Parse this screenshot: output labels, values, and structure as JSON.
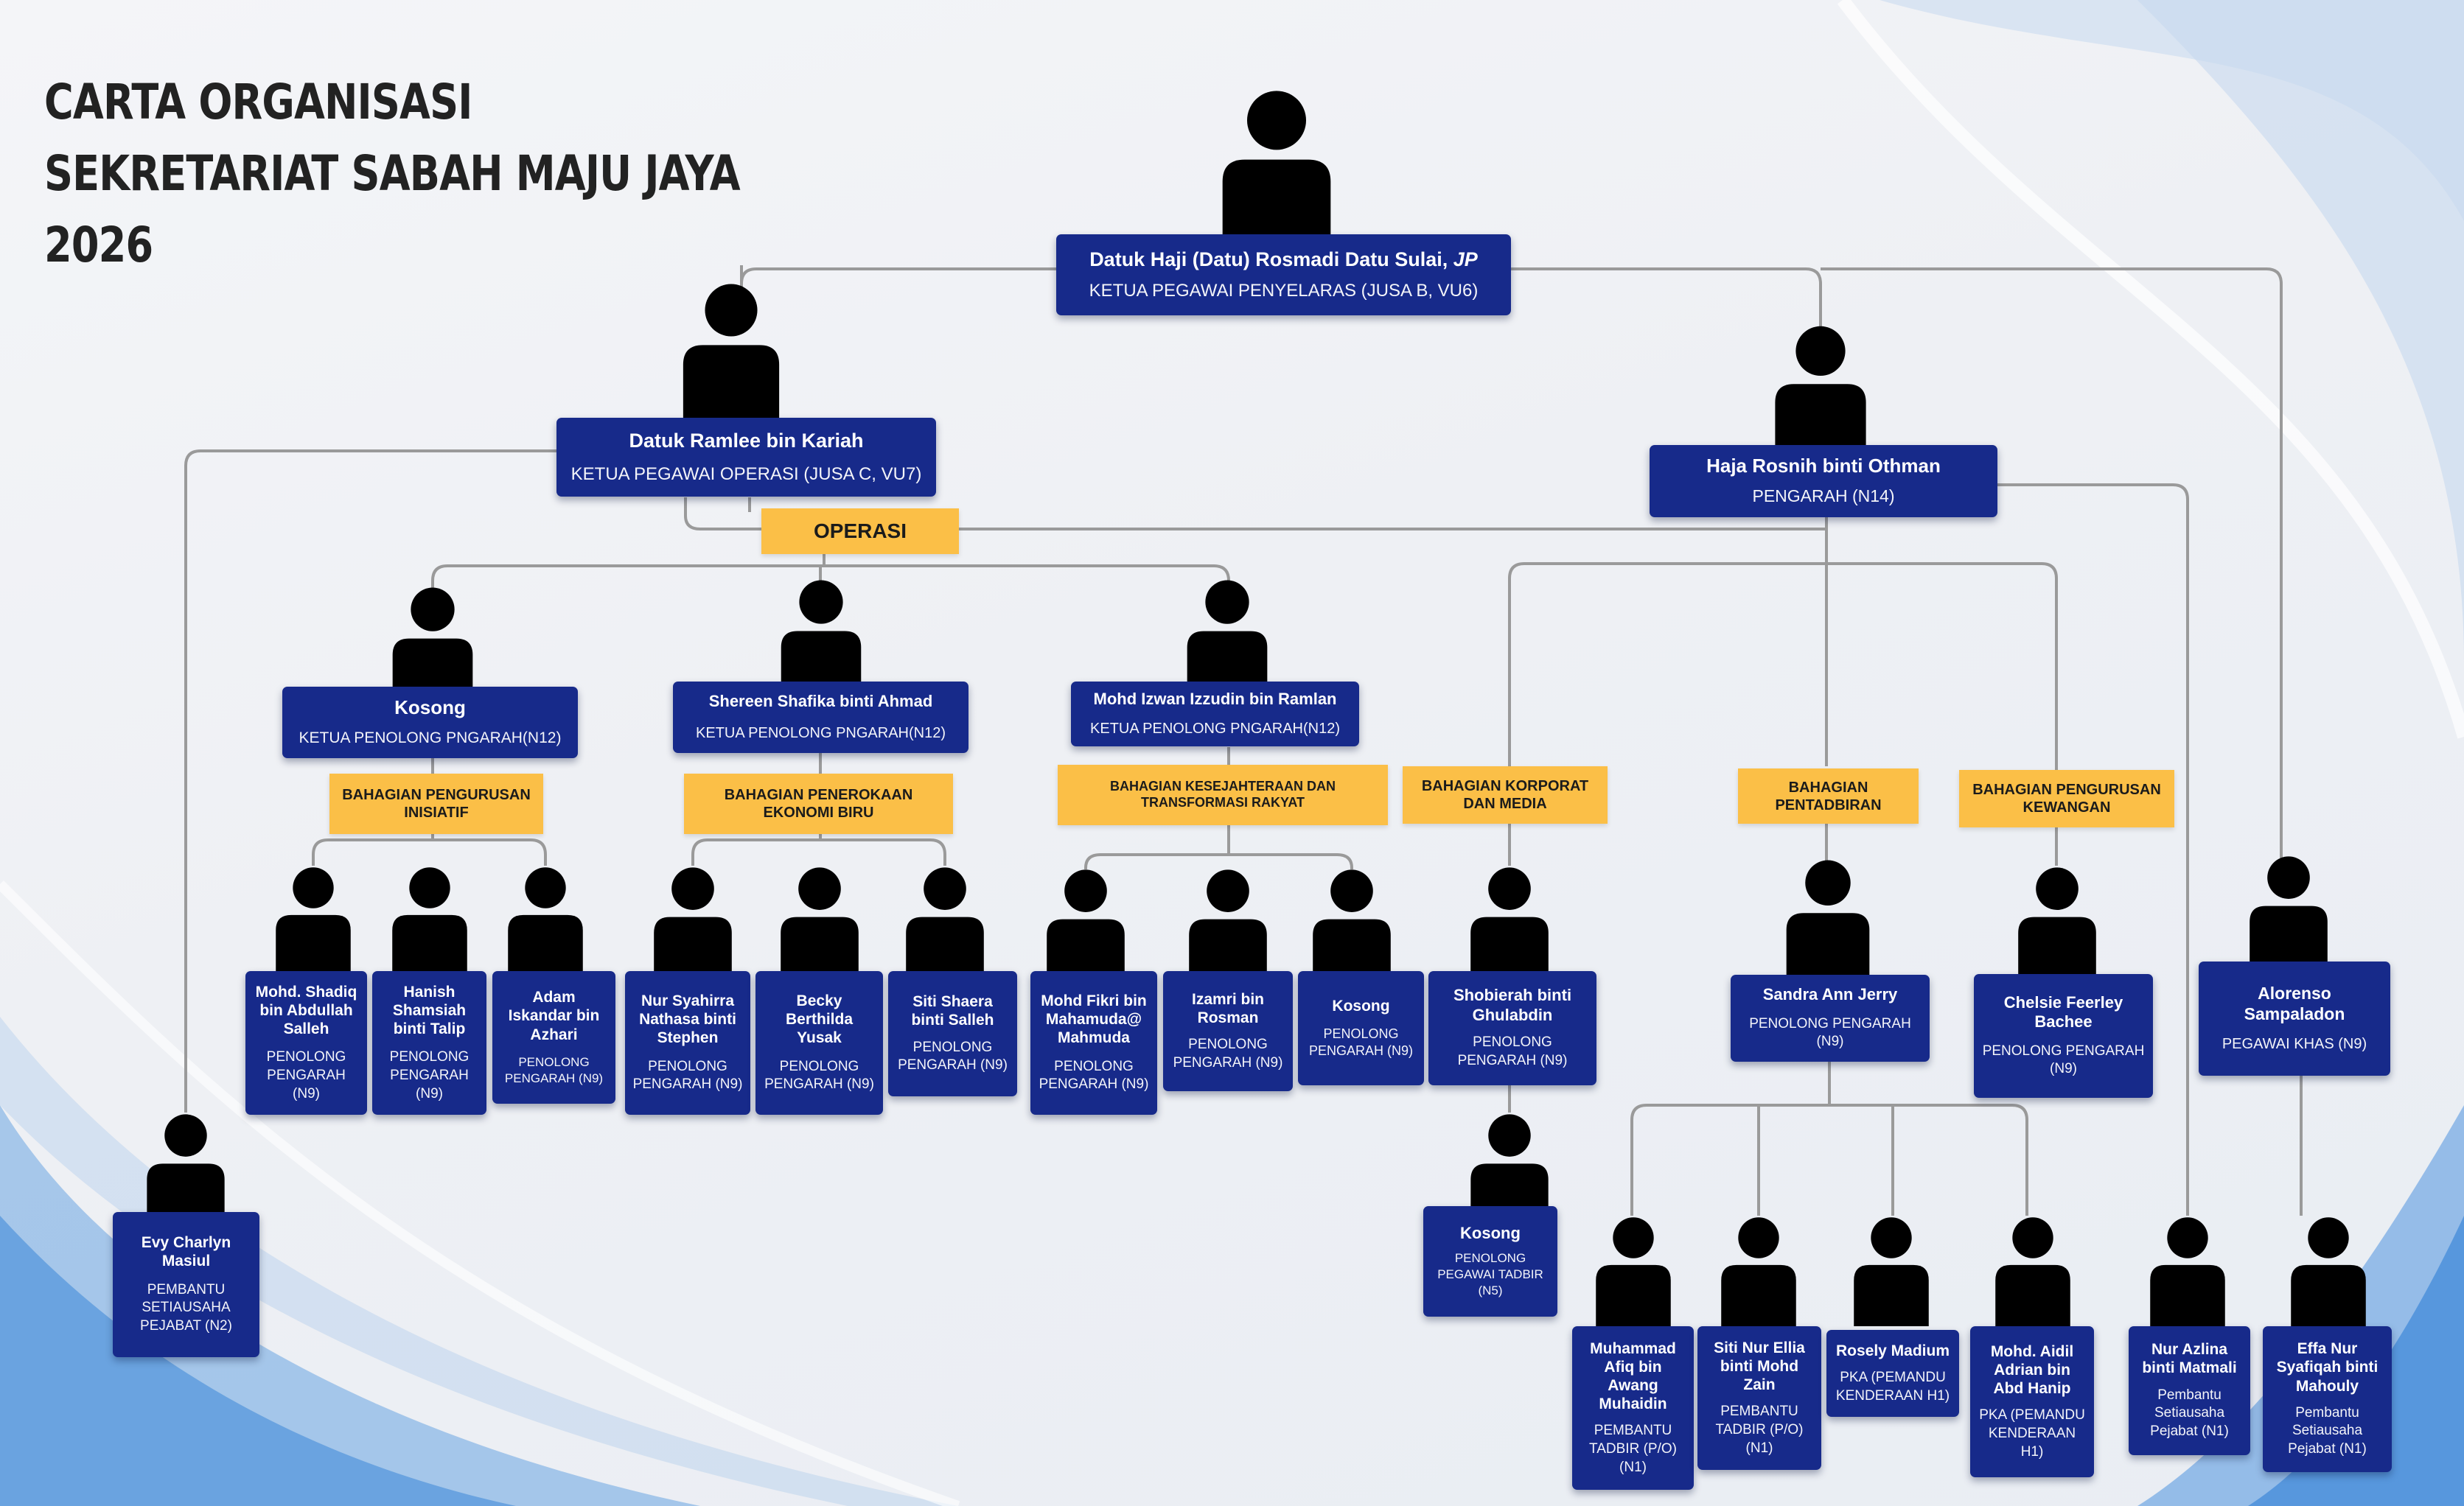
{
  "title": {
    "line1": "CARTA ORGANISASI",
    "line2": "SEKRETARIAT SABAH MAJU JAYA",
    "line3": "2026"
  },
  "colors": {
    "box": "#172a8a",
    "tag": "#fbbf47",
    "line": "#9a9a9a",
    "avatar": "#000000"
  },
  "people": {
    "chief": {
      "name": "Datuk Haji (Datu) Rosmadi Datu Sulai,",
      "suffix": "JP",
      "role": "KETUA PEGAWAI PENYELARAS (JUSA B, VU6)"
    },
    "ops_head": {
      "name": "Datuk Ramlee bin Kariah",
      "role": "KETUA PEGAWAI OPERASI (JUSA C, VU7)"
    },
    "director": {
      "name": "Haja Rosnih binti Othman",
      "role": "PENGARAH (N14)"
    },
    "evy": {
      "name": "Evy Charlyn Masiul",
      "role": "PEMBANTU SETIAUSAHA PEJABAT (N2)"
    },
    "kosong_head": {
      "name": "Kosong",
      "role": "KETUA PENOLONG PNGARAH(N12)"
    },
    "shereen": {
      "name": "Shereen Shafika binti Ahmad",
      "role": "KETUA PENOLONG PNGARAH(N12)"
    },
    "izwan": {
      "name": "Mohd Izwan Izzudin bin Ramlan",
      "role": "KETUA PENOLONG PNGARAH(N12)"
    },
    "shadiq": {
      "name": "Mohd. Shadiq bin Abdullah Salleh",
      "role": "PENOLONG PENGARAH (N9)"
    },
    "hanish": {
      "name": "Hanish Shamsiah binti Talip",
      "role": "PENOLONG PENGARAH (N9)"
    },
    "adam": {
      "name": "Adam Iskandar bin Azhari",
      "role": "PENOLONG PENGARAH (N9)"
    },
    "syahirra": {
      "name": "Nur Syahirra Nathasa binti Stephen",
      "role": "PENOLONG PENGARAH (N9)"
    },
    "becky": {
      "name": "Becky Berthilda Yusak",
      "role": "PENOLONG PENGARAH (N9)"
    },
    "shaera": {
      "name": "Siti Shaera binti Salleh",
      "role": "PENOLONG PENGARAH (N9)"
    },
    "fikri": {
      "name": "Mohd Fikri bin Mahamuda@ Mahmuda",
      "role": "PENOLONG PENGARAH (N9)"
    },
    "izamri": {
      "name": "Izamri bin Rosman",
      "role": "PENOLONG PENGARAH (N9)"
    },
    "kosong_izwan": {
      "name": "Kosong",
      "role": "PENOLONG PENGARAH (N9)"
    },
    "shobierah": {
      "name": "Shobierah binti Ghulabdin",
      "role": "PENOLONG PENGARAH (N9)"
    },
    "kosong_tadbir": {
      "name": "Kosong",
      "role": "PENOLONG PEGAWAI TADBIR (N5)"
    },
    "sandra": {
      "name": "Sandra Ann Jerry",
      "role": "PENOLONG PENGARAH (N9)"
    },
    "chelsie": {
      "name": "Chelsie Feerley Bachee",
      "role": "PENOLONG PENGARAH (N9)"
    },
    "alorenso": {
      "name": "Alorenso Sampaladon",
      "role": "PEGAWAI KHAS (N9)"
    },
    "afiq": {
      "name": "Muhammad Afiq bin Awang Muhaidin",
      "role": "PEMBANTU TADBIR (P/O) (N1)"
    },
    "ellia": {
      "name": "Siti Nur Ellia binti Mohd Zain",
      "role": "PEMBANTU TADBIR (P/O) (N1)"
    },
    "rosely": {
      "name": "Rosely Madium",
      "role": "PKA (PEMANDU KENDERAAN H1)"
    },
    "aidil": {
      "name": "Mohd. Aidil Adrian bin Abd Hanip",
      "role": "PKA (PEMANDU KENDERAAN H1)"
    },
    "azlina": {
      "name": "Nur Azlina binti Matmali",
      "role": "Pembantu Setiausaha Pejabat (N1)"
    },
    "effa": {
      "name": "Effa Nur Syafiqah binti Mahouly",
      "role": "Pembantu Setiausaha Pejabat (N1)"
    }
  },
  "tags": {
    "operasi": "OPERASI",
    "inisiatif": "BAHAGIAN PENGURUSAN INISIATIF",
    "ekonomi_biru": "BAHAGIAN PENEROKAAN EKONOMI BIRU",
    "kesejahteraan": "BAHAGIAN KESEJAHTERAAN DAN TRANSFORMASI RAKYAT",
    "korporat": "BAHAGIAN KORPORAT DAN MEDIA",
    "pentadbiran": "BAHAGIAN PENTADBIRAN",
    "kewangan": "BAHAGIAN PENGURUSAN KEWANGAN"
  }
}
